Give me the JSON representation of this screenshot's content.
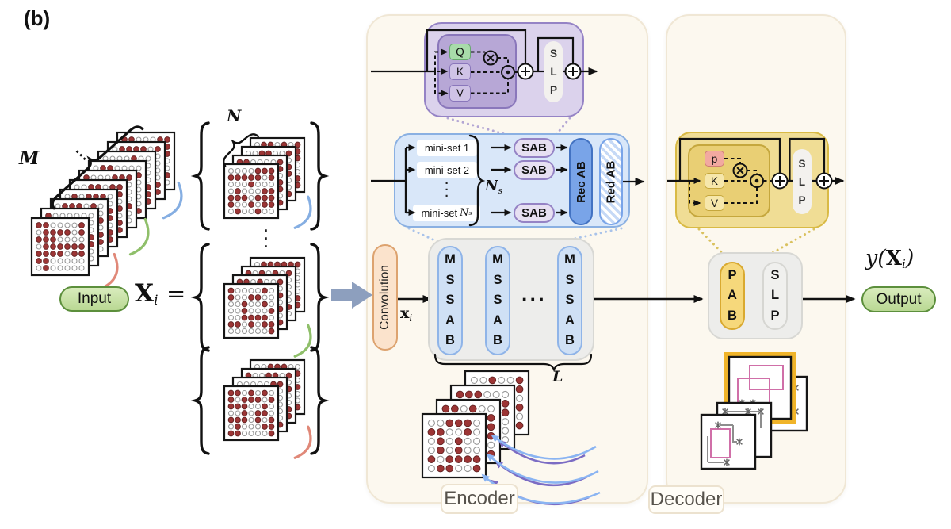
{
  "figure_label": "(b)",
  "colors": {
    "panel_bg": "#fcf8ef",
    "panel_border": "#f0e7d5",
    "purple_outer": "#dbd2ec",
    "purple_border": "#9583c5",
    "blue_fill": "#d9e7f9",
    "blue_border": "#8ab0e2",
    "recab_fill": "#79a4e8",
    "conv_fill": "#fbe3cc",
    "mssab_fill": "#cfe0f5",
    "yellow_fill": "#f0dd95",
    "pab_fill": "#f6d87b",
    "green_pill": "#c8e2a4",
    "dot_fill": "#9c3535",
    "dot_stroke": "#5e2121",
    "circle_stroke": "#979797",
    "block_arrow": "#8d9fbe",
    "arc_purple": "#7b6cc4",
    "arc_blue": "#8ab4f2",
    "bracket_blue": "#85aee2",
    "bracket_green": "#8fbf6a",
    "bracket_red": "#e08878",
    "pink_sketch": "#d06fa8",
    "gray_sketch": "#8d8d8d",
    "highlight_yellow": "#f0b429",
    "dotted_purple": "#b3a6d4",
    "dotted_blue": "#a9c3ea",
    "dotted_yellow": "#d9c15e"
  },
  "input_side": {
    "m_label": "M",
    "n_label": "N",
    "input_pill": "Input",
    "x_symbol": "X",
    "x_sub": "i",
    "equals": "=",
    "vdots": "·\n·\n·",
    "ddots": "···"
  },
  "encoder": {
    "title": "Encoder",
    "conv_label": "Convolution",
    "x_small": "x",
    "x_small_sub": "i",
    "mssab_stack": "M\nS\nS\nA\nB",
    "trunk_dots": "···",
    "l_label": "L",
    "sab_detail": {
      "q_label": "Q",
      "k_label": "K",
      "v_label": "V",
      "slp_stack": "S\nL\nP"
    },
    "msab_detail": {
      "mini_sets": [
        {
          "label": "mini-set 1",
          "n": "",
          "sub": ""
        },
        {
          "label": "mini-set 2",
          "n": "",
          "sub": ""
        },
        {
          "label": "mini-set",
          "n": "N",
          "sub": "s"
        }
      ],
      "vdots": "·\n·\n·",
      "ns_n": "N",
      "ns_sub": "s",
      "sab_label": "SAB",
      "rec_ab_label": "Rec AB",
      "red_ab_label": "Red AB"
    }
  },
  "decoder": {
    "title": "Decoder",
    "pab_detail": {
      "p_label": "p",
      "k_label": "K",
      "v_label": "V",
      "slp_stack": "S\nL\nP"
    },
    "pab_stack": "P\nA\nB",
    "slp_stack": "S\nL\nP",
    "y_pre": "y(",
    "y_x": "X",
    "y_sub": "i",
    "y_post": ")",
    "output_pill": "Output"
  }
}
